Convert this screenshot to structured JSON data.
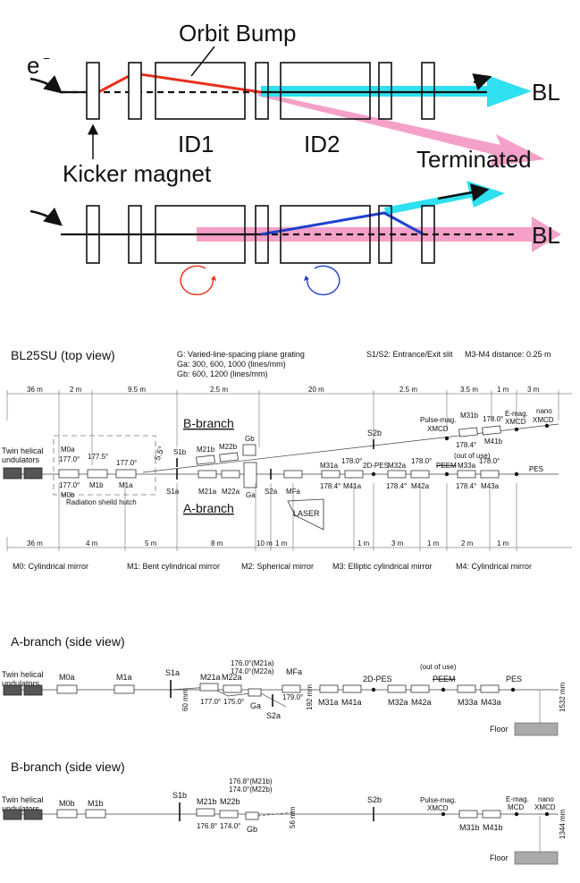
{
  "top": {
    "electron": "e",
    "electron_sup": "−",
    "orbit_bump": "Orbit Bump",
    "id1": "ID1",
    "id2": "ID2",
    "kicker": "Kicker magnet",
    "bl_top": "BL",
    "terminated": "Terminated",
    "bl_bottom": "BL",
    "colors": {
      "red": "#e8301c",
      "cyan": "#2fe0f0",
      "pink": "#f5a0c8",
      "blue": "#2040d0"
    }
  },
  "topview": {
    "title": "BL25SU (top view)",
    "note_g": "G: Varied-line-spacing plane grating",
    "note_ga": "Ga: 300, 600, 1000 (lines/mm)",
    "note_gb": "Gb: 600, 1200 (lines/mm)",
    "note_s": "S1/S2: Entrance/Exit slit",
    "note_m": "M3-M4 distance: 0.25 m",
    "top_dims": [
      "36 m",
      "2 m",
      "9.5 m",
      "2.5 m",
      "20 m",
      "2.5 m",
      "3.5 m",
      "1 m",
      "3 m"
    ],
    "bottom_dims": [
      "36 m",
      "4 m",
      "5 m",
      "8 m",
      "10 m",
      "1 m",
      "1 m",
      "3 m",
      "1 m",
      "2 m",
      "1 m"
    ],
    "undulators": "Twin helical undulators",
    "b_branch": "B-branch",
    "a_branch": "A-branch",
    "angle": "5.5°",
    "m0a": "M0a",
    "m0b": "M0b",
    "m1b": "M1b",
    "m1a": "M1a",
    "ang_m0a": "177.0°",
    "ang_m0b": "177.0°",
    "ang_m1b": "177.5°",
    "ang_m1a": "177.0°",
    "hutch": "Radiation sheild hutch",
    "s1b": "S1b",
    "s1a": "S1a",
    "m21b": "M21b",
    "m22b": "M22b",
    "gb": "Gb",
    "m21a": "M21a",
    "m22a": "M22a",
    "ga": "Ga",
    "s2a": "S2a",
    "mfa": "MFa",
    "laser": "LASER",
    "s2b": "S2b",
    "pulse_mag": "Pulse-mag.",
    "xmcd1": "XMCD",
    "m31b": "M31b",
    "ang_178_b1": "178.0°",
    "ang_178_b2": "178.4°",
    "m41b": "M41b",
    "emag": "E-mag.",
    "xmcd2": "XMCD",
    "nano": "nano",
    "xmcd3": "XMCD",
    "m31a": "M31a",
    "ang_m31a": "178.4°",
    "ang_m41a_top": "178.0°",
    "m41a": "M41a",
    "pes2d": "2D-PES",
    "m32a": "M32a",
    "ang_m32a": "178.4°",
    "ang_m42a_top": "178.0°",
    "m42a": "M42a",
    "peem": "PEEM",
    "out_of_use": "(out of use)",
    "m33a": "M33a",
    "ang_m33a": "178.4°",
    "ang_m43a_top": "178.0°",
    "m43a": "M43a",
    "pes": "PES",
    "mirror_types": [
      "M0: Cylindrical mirror",
      "M1: Bent cylindrical mirror",
      "M2: Spherical mirror",
      "M3: Elliptic cylindrical mirror",
      "M4: Cylindrical mirror"
    ]
  },
  "aside": {
    "title": "A-branch (side view)",
    "undulators": "Twin helical undulators",
    "m0a": "M0a",
    "m1a": "M1a",
    "s1a": "S1a",
    "ang_m21a_top": "176.0°(M21a)",
    "ang_m22a_top": "174.0°(M22a)",
    "m21a": "M21a",
    "m22a": "M22a",
    "ang_m21a": "177.0°",
    "ang_m22a": "175.0°",
    "ga": "Ga",
    "s2a": "S2a",
    "mfa": "MFa",
    "ang_mfa": "179.0°",
    "mm60": "60 mm",
    "mm192": "192 mm",
    "m31a": "M31a",
    "m41a": "M41a",
    "pes2d": "2D-PES",
    "m32a": "M32a",
    "m42a": "M42a",
    "out_of_use": "(out of use)",
    "peem": "PEEM",
    "m33a": "M33a",
    "m43a": "M43a",
    "pes": "PES",
    "mm1532": "1532 mm",
    "floor": "Floor"
  },
  "bside": {
    "title": "B-branch (side view)",
    "undulators": "Twin helical undulators",
    "m0b": "M0b",
    "m1b": "M1b",
    "s1b": "S1b",
    "ang_m21b_top": "176.8°(M21b)",
    "ang_m22b_top": "174.0°(M22b)",
    "m21b": "M21b",
    "m22b": "M22b",
    "ang_m21b": "176.8°",
    "ang_m22b": "174.0°",
    "gb": "Gb",
    "mm56": "56 mm",
    "s2b": "S2b",
    "pulse_mag": "Pulse-mag.",
    "xmcd1": "XMCD",
    "m31b": "M31b",
    "m41b": "M41b",
    "emag": "E-mag.",
    "mcd": "MCD",
    "nano": "nano",
    "xmcd2": "XMCD",
    "mm1344": "1344 mm",
    "floor": "Floor"
  }
}
